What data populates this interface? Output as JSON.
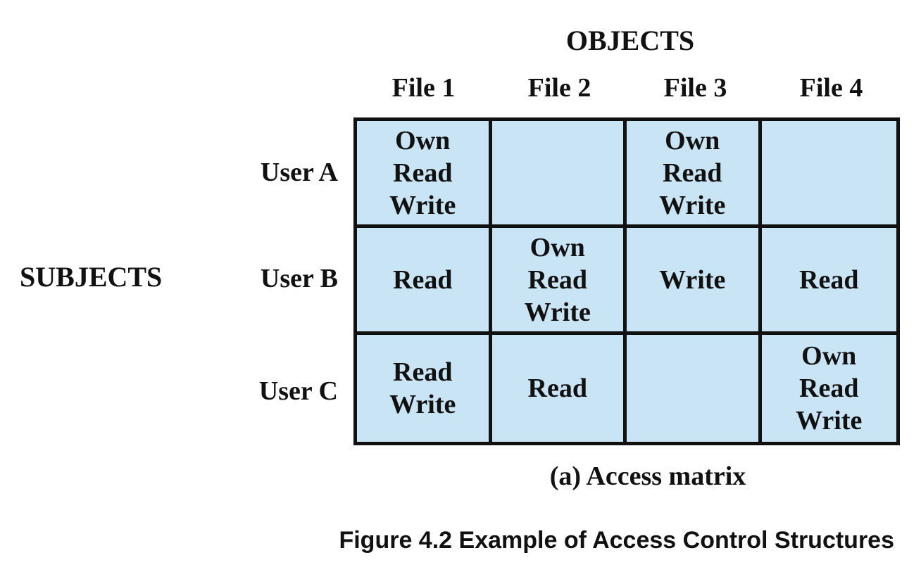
{
  "objects_label": "OBJECTS",
  "subjects_label": "SUBJECTS",
  "columns": [
    "File 1",
    "File 2",
    "File 3",
    "File 4"
  ],
  "rows": [
    {
      "label": "User A",
      "cells": [
        [
          "Own",
          "Read",
          "Write"
        ],
        [],
        [
          "Own",
          "Read",
          "Write"
        ],
        []
      ]
    },
    {
      "label": "User B",
      "cells": [
        [
          "Read"
        ],
        [
          "Own",
          "Read",
          "Write"
        ],
        [
          "Write"
        ],
        [
          "Read"
        ]
      ]
    },
    {
      "label": "User C",
      "cells": [
        [
          "Read",
          "Write"
        ],
        [
          "Read"
        ],
        [],
        [
          "Own",
          "Read",
          "Write"
        ]
      ]
    }
  ],
  "caption": "(a) Access matrix",
  "figure_title": "Figure 4.2 Example of Access Control Structures",
  "colors": {
    "cell_fill": "#c8e4f5",
    "grid_line": "#111111",
    "text": "#111111"
  }
}
